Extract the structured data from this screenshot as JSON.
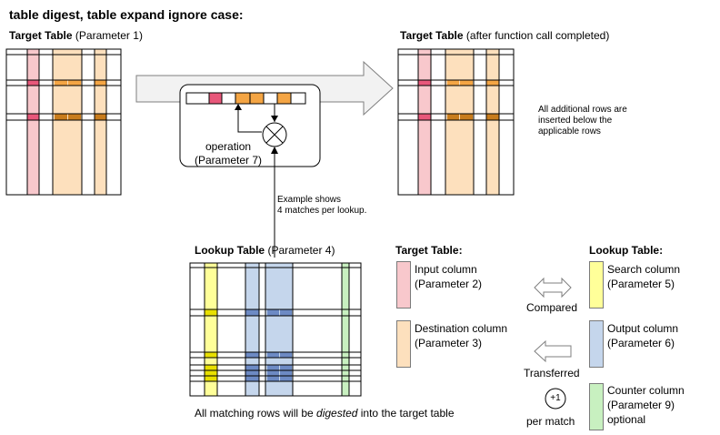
{
  "title": "table digest, table expand ignore case:",
  "target_before": {
    "label_bold": "Target Table",
    "label_rest": " (Parameter  1)"
  },
  "target_after": {
    "label_bold": "Target Table",
    "label_rest": " (after function call completed)"
  },
  "operation": {
    "line1": "operation",
    "line2": "(Parameter  7)"
  },
  "note_rows": {
    "line1": "All additional rows are",
    "line2": "inserted below the",
    "line3": "applicable rows"
  },
  "example_note": {
    "line1": "Example shows",
    "line2": "4 matches per lookup."
  },
  "lookup": {
    "label_bold": "Lookup Table",
    "label_rest": " (Parameter 4)"
  },
  "bottom_note": {
    "pre": "All matching rows will be ",
    "em": "digested",
    "post": " into the target table"
  },
  "legend": {
    "target_heading": "Target Table:",
    "lookup_heading": "Lookup Table:",
    "input_col": {
      "line1": "Input column",
      "line2": "(Parameter 2)"
    },
    "dest_col": {
      "line1": "Destination column",
      "line2": "(Parameter 3)"
    },
    "search_col": {
      "line1": "Search column",
      "line2": "(Parameter 5)"
    },
    "output_col": {
      "line1": "Output column",
      "line2": "(Parameter 6)"
    },
    "counter_col": {
      "line1": "Counter column",
      "line2": "(Parameter 9)",
      "line3": "optional"
    },
    "compared": "Compared",
    "transferred": "Transferred",
    "plus_one": "+1",
    "per_match": "per match"
  },
  "colors": {
    "input_light": "#f8c8cc",
    "input_dark": "#e8577a",
    "dest_light": "#fde0bd",
    "dest_dark": "#c87c1c",
    "dest_mid": "#f4a544",
    "search_light": "#ffff99",
    "search_dark": "#e8e000",
    "output_light": "#c5d6ec",
    "output_dark": "#6d8ac4",
    "counter_light": "#c8f0c0",
    "arrow_fill": "#f2f2f2",
    "arrow_stroke": "#7f7f7f"
  }
}
